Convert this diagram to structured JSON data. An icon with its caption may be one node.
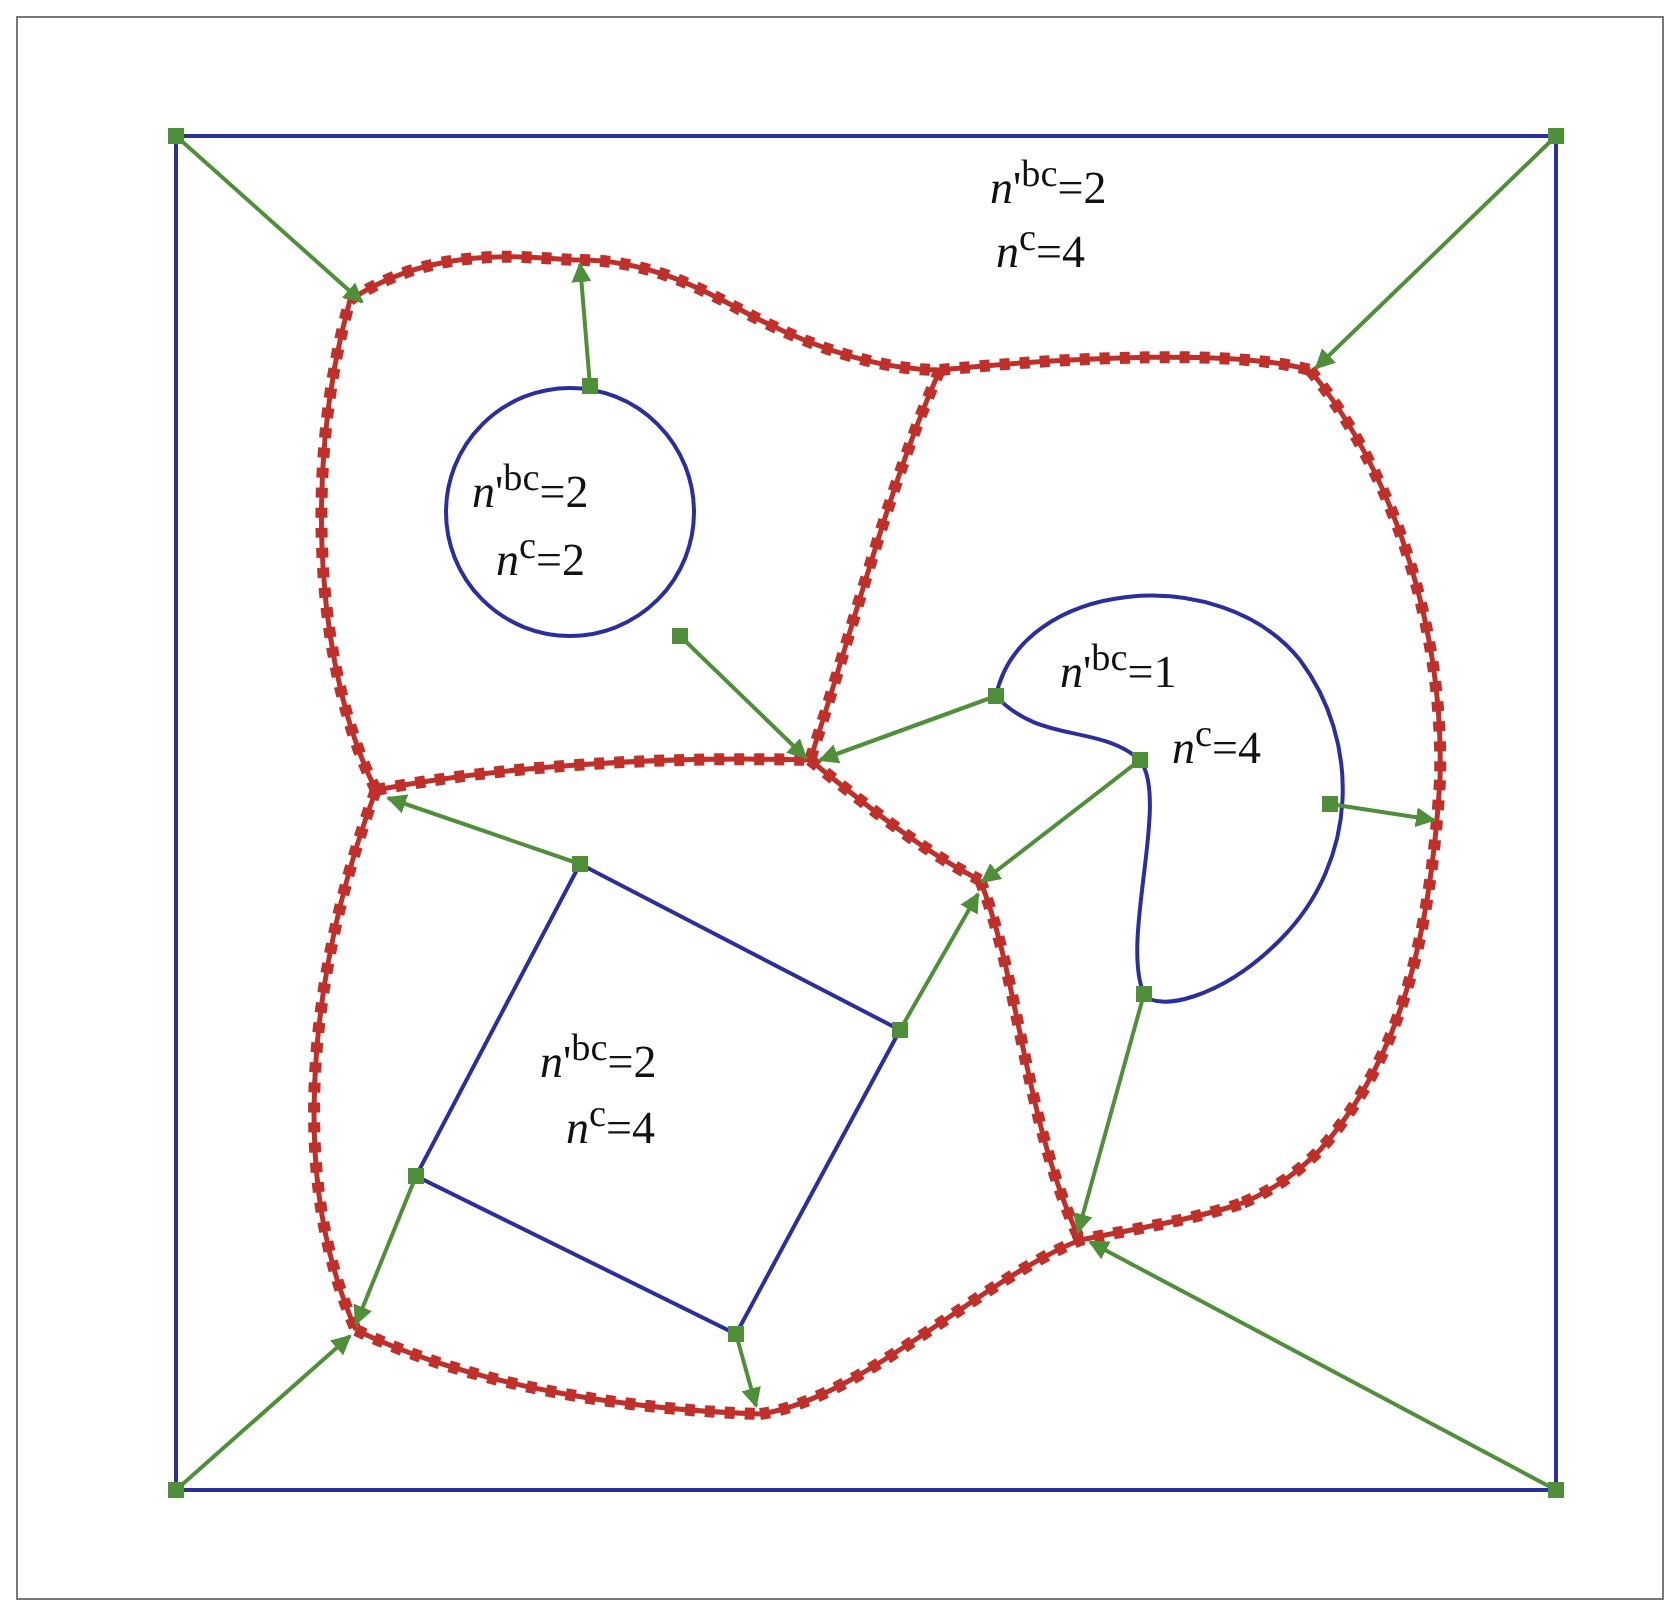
{
  "diagram": {
    "nodes": [
      {
        "text": [
          "*n*'$^{bc}$=2",
          "*n*$^{c}$=4"
        ]
      },
      {
        "text": [
          "*n*'$^{bc}$=2",
          "*n*$^{c}$=2"
        ],
        "in": 0
      },
      {
        "text": [
          "*n*'$^{bc}$=1",
          "*n*$^{c}$=4"
        ],
        "in": 0
      },
      {
        "text": [
          "*n*'$^{bc}$=2",
          "*n*$^{c}$=4"
        ],
        "in": 0
      },
      {
        "text": [],
        "shape": "curve",
        "in": 0
      },
      {
        "text": [],
        "shape": "curve",
        "in": 0
      },
      {
        "text": [],
        "shape": "curve",
        "in": 0
      },
      {
        "text": [],
        "shape": "curve",
        "in": 0
      },
      {
        "text": [],
        "shape": "curve",
        "in": 0
      },
      {
        "text": [],
        "shape": "curve",
        "in": 0
      },
      {
        "text": [],
        "shape": "curve",
        "in": 0
      },
      {
        "text": [],
        "shape": "curve",
        "in": 0
      },
      {
        "text": [],
        "shape": "curve",
        "in": 0
      },
      {
        "text": [],
        "shape": "curve",
        "in": 0
      },
      {
        "text": [],
        "shape": "curve",
        "in": 0
      },
      {
        "text": [],
        "shape": "curve",
        "in": 0
      },
      {
        "text": [],
        "shape": "curve",
        "in": 0
      }
    ],
    "edges": [
      {
        "from": 0,
        "to": 4,
        "arrow": "to"
      },
      {
        "from": 0,
        "to": 7,
        "arrow": "to"
      },
      {
        "from": 0,
        "to": 14,
        "arrow": "to"
      },
      {
        "from": 0,
        "to": 16,
        "arrow": "to"
      },
      {
        "from": 1,
        "to": 5,
        "arrow": "to"
      },
      {
        "from": 1,
        "to": 9,
        "arrow": "to"
      },
      {
        "from": 2,
        "to": 8,
        "arrow": "to"
      },
      {
        "from": 2,
        "to": 10,
        "arrow": "to"
      },
      {
        "from": 2,
        "to": 11,
        "arrow": "to"
      },
      {
        "from": 2,
        "to": 13,
        "arrow": "to"
      },
      {
        "from": 3,
        "to": 9,
        "arrow": "to"
      },
      {
        "from": 3,
        "to": 13,
        "arrow": "to"
      },
      {
        "from": 3,
        "to": 12,
        "arrow": "to"
      },
      {
        "from": 3,
        "to": 14,
        "arrow": "to"
      }
    ]
  }
}
